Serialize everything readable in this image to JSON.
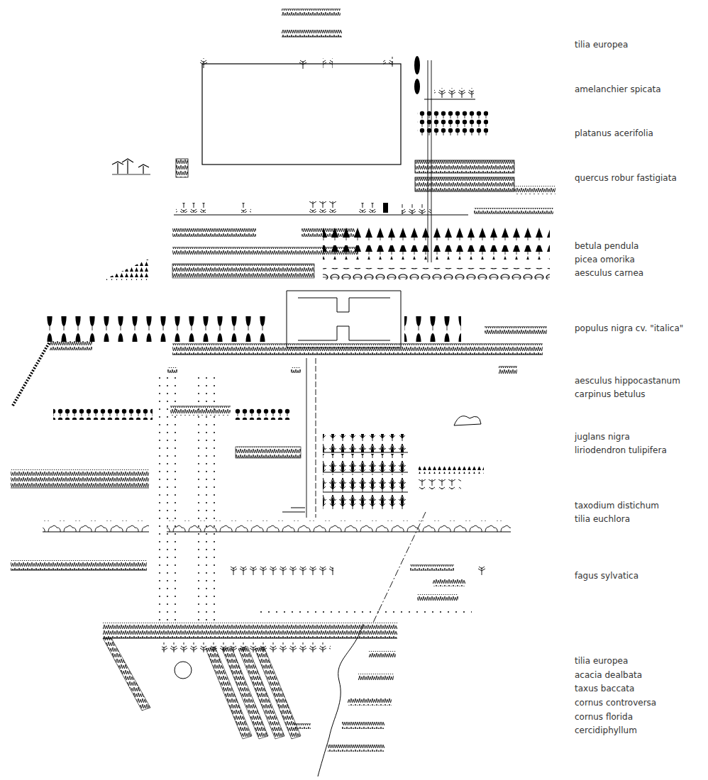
{
  "diagram": {
    "labels": [
      "tilia europea",
      "amelanchier spicata",
      "platanus acerifolia",
      "quercus robur fastigiata",
      "betula pendula",
      "picea omorika",
      "aesculus carnea",
      "populus nigra cv. \"italica\"",
      "aesculus hippocastanum",
      "carpinus betulus",
      "juglans nigra",
      "liriodendron tulipifera",
      "taxodium distichum",
      "tilia euchlora",
      "fagus sylvatica",
      "tilia europea",
      "acacia dealbata",
      "taxus baccata",
      "cornus controversa",
      "cornus florida",
      "cercidiphyllum"
    ]
  }
}
